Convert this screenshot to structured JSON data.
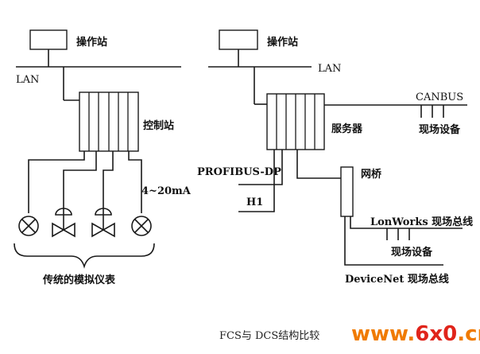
{
  "left_diagram": {
    "operator_station": "操作站",
    "lan": "LAN",
    "control_station": "控制站",
    "signal_range": "4~20mA",
    "instruments_caption": "传统的模拟仪表"
  },
  "right_diagram": {
    "operator_station": "操作站",
    "lan": "LAN",
    "server": "服务器",
    "canbus": "CANBUS",
    "canbus_devices": "现场设备",
    "profibus": "PROFIBUS-DP",
    "h1": "H1",
    "bridge": "网桥",
    "lonworks": "LonWorks 现场总线",
    "lonworks_devices": "现场设备",
    "devicenet": "DeviceNet 现场总线"
  },
  "caption": "FCS与 DCS结构比较",
  "watermark": {
    "prefix": "www.",
    "brand": "6x0",
    "suffix": ".cn",
    "color_prefix": "#f07a00",
    "color_brand": "#e0241b"
  }
}
